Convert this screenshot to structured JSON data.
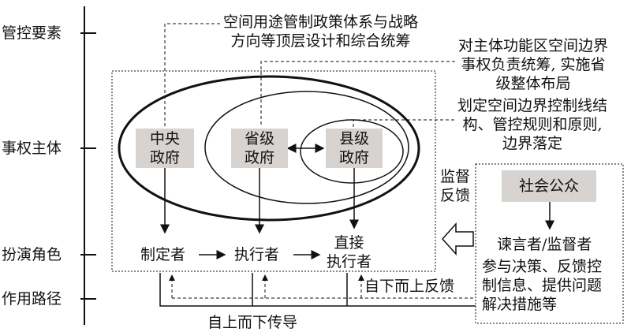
{
  "axis": {
    "management_elements": "管控要素",
    "rights_subjects": "事权主体",
    "roles": "扮演角色",
    "paths": "作用路径"
  },
  "annotations": {
    "top_level": "空间用途管制政策体系与战略\n方向等顶层设计和综合统筹",
    "provincial_note": "对主体功能区空间边界\n事权负责统筹, 实施省\n级整体布局",
    "county_note": "划定空间边界控制线结\n构、管控规则和原则,\n边界落定"
  },
  "subjects": {
    "central": "中央\n政府",
    "provincial": "省级\n政府",
    "county": "县级\n政府",
    "public": "社会公众"
  },
  "roles": {
    "maker": "制定者",
    "executor": "执行者",
    "direct_executor": "直接\n执行者",
    "advisor": "谏言者/监督者"
  },
  "labels": {
    "supervise_feedback": "监督\n反馈",
    "public_actions": "参与决策、反馈控\n制信息、提供问题\n解决措施等",
    "bottom_up": "自下而上反馈",
    "top_down": "自上而下传导"
  }
}
